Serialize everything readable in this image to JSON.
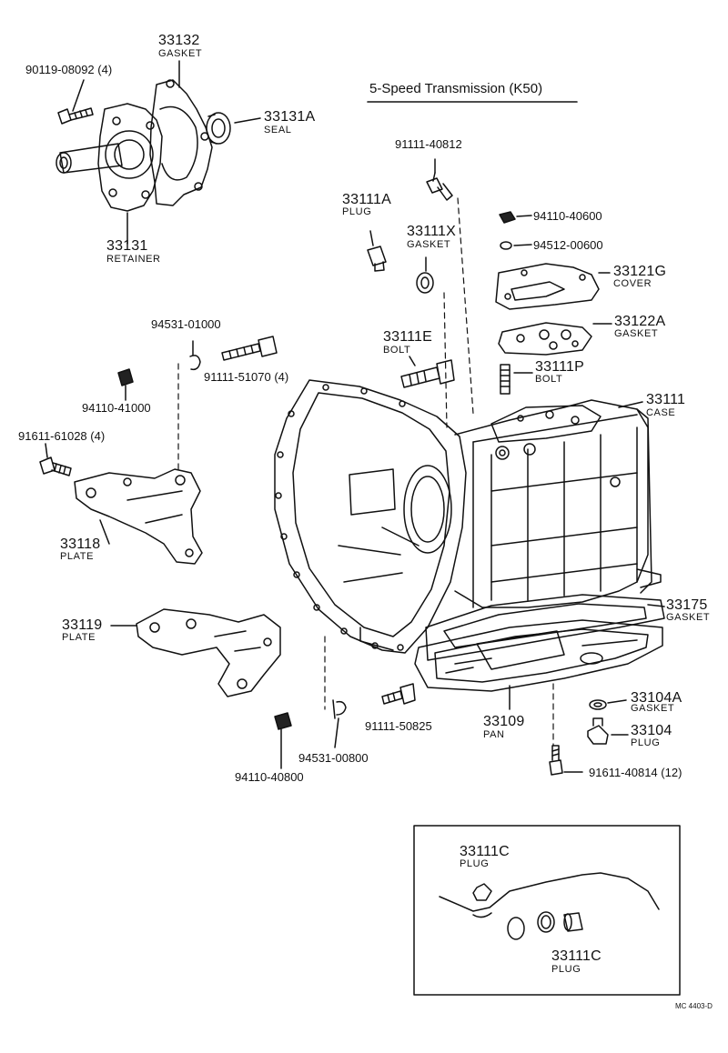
{
  "diagram": {
    "title": "5-Speed Transmission (K50)",
    "code": "MC 4403-D",
    "callouts": [
      {
        "id": "c33132",
        "num": "33132",
        "desc": "GASKET"
      },
      {
        "id": "c90119",
        "num": "90119-08092 (4)",
        "desc": ""
      },
      {
        "id": "c33131A",
        "num": "33131A",
        "desc": "SEAL"
      },
      {
        "id": "c33131",
        "num": "33131",
        "desc": "RETAINER"
      },
      {
        "id": "c91111a",
        "num": "91111-40812",
        "desc": ""
      },
      {
        "id": "c33111A",
        "num": "33111A",
        "desc": "PLUG"
      },
      {
        "id": "c33111X",
        "num": "33111X",
        "desc": "GASKET"
      },
      {
        "id": "c94110a",
        "num": "94110-40600",
        "desc": ""
      },
      {
        "id": "c94512",
        "num": "94512-00600",
        "desc": ""
      },
      {
        "id": "c33121G",
        "num": "33121G",
        "desc": "COVER"
      },
      {
        "id": "c33122A",
        "num": "33122A",
        "desc": "GASKET"
      },
      {
        "id": "c94531a",
        "num": "94531-01000",
        "desc": ""
      },
      {
        "id": "c91111b",
        "num": "91111-51070 (4)",
        "desc": ""
      },
      {
        "id": "c33111E",
        "num": "33111E",
        "desc": "BOLT"
      },
      {
        "id": "c33111P",
        "num": "33111P",
        "desc": "BOLT"
      },
      {
        "id": "c94110b",
        "num": "94110-41000",
        "desc": ""
      },
      {
        "id": "c33111",
        "num": "33111",
        "desc": "CASE"
      },
      {
        "id": "c91611a",
        "num": "91611-61028 (4)",
        "desc": ""
      },
      {
        "id": "c33118",
        "num": "33118",
        "desc": "PLATE"
      },
      {
        "id": "c33175",
        "num": "33175",
        "desc": "GASKET"
      },
      {
        "id": "c33119",
        "num": "33119",
        "desc": "PLATE"
      },
      {
        "id": "c33104A",
        "num": "33104A",
        "desc": "GASKET"
      },
      {
        "id": "c91111c",
        "num": "91111-50825",
        "desc": ""
      },
      {
        "id": "c33109",
        "num": "33109",
        "desc": "PAN"
      },
      {
        "id": "c33104",
        "num": "33104",
        "desc": "PLUG"
      },
      {
        "id": "c94531b",
        "num": "94531-00800",
        "desc": ""
      },
      {
        "id": "c91611b",
        "num": "91611-40814 (12)",
        "desc": ""
      },
      {
        "id": "c94110c",
        "num": "94110-40800",
        "desc": ""
      },
      {
        "id": "c33111Ca",
        "num": "33111C",
        "desc": "PLUG"
      },
      {
        "id": "c33111Cb",
        "num": "33111C",
        "desc": "PLUG"
      }
    ]
  }
}
